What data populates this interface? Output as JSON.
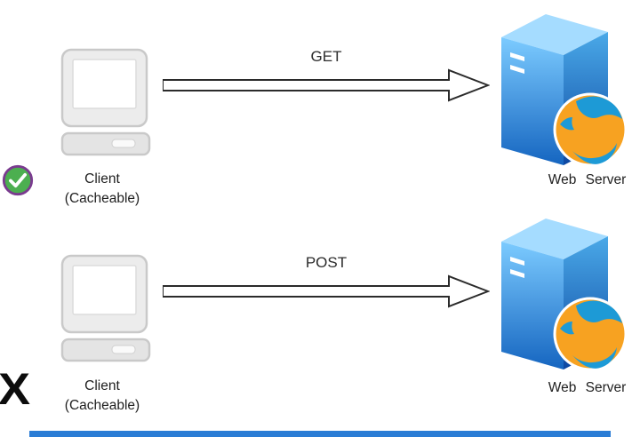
{
  "rows": [
    {
      "id": "get",
      "method": "GET",
      "client_name": "Client",
      "client_note": "(Cacheable)",
      "server_name": "Web Server",
      "cacheable": true
    },
    {
      "id": "post",
      "method": "POST",
      "client_name": "Client",
      "client_note": "(Cacheable)",
      "server_name": "Web Server",
      "cacheable": false
    }
  ],
  "icons": {
    "cacheable_status": "checkmark-in-circle",
    "not_cacheable_glyph": "X"
  },
  "colors": {
    "server_top": "#a5dcff",
    "server_front_light": "#7ccbff",
    "server_front_dark": "#1565c0",
    "server_side_light": "#4aa9e8",
    "server_side_dark": "#0d47a1",
    "globe_land": "#f7a221",
    "globe_water": "#1d9ad6",
    "check_fill": "#4caf50",
    "check_ring": "#7a3b8f",
    "accent_bar": "#2a7cd5",
    "arrow_fill": "#ffffff",
    "arrow_stroke": "#2b2b2b"
  }
}
